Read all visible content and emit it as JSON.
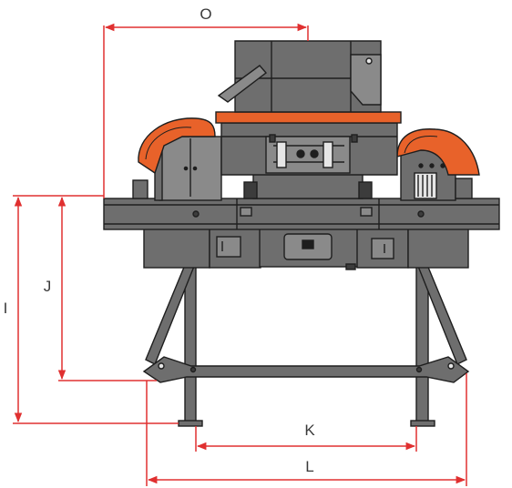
{
  "diagram": {
    "colors": {
      "dimension_line": "#e03030",
      "steel": "#6e6e6e",
      "steel_light": "#8a8a8a",
      "steel_dark": "#3c3c3c",
      "orange": "#e8622a",
      "outline": "#1e1e1e"
    },
    "dimension_labels": {
      "O": "O",
      "I": "I",
      "J": "J",
      "K": "K",
      "L": "L"
    }
  }
}
